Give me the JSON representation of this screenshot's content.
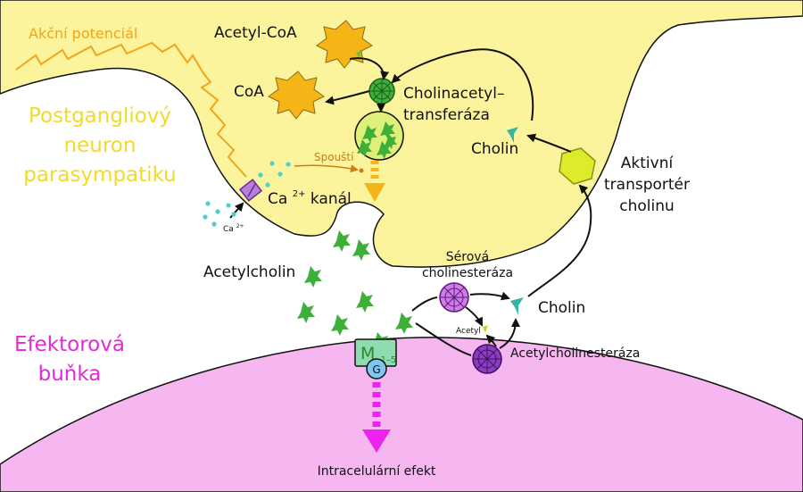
{
  "labels": {
    "action_potential": "Akční potenciál",
    "acetyl_coa": "Acetyl-CoA",
    "coa": "CoA",
    "neuron_line1": "Postgangliový",
    "neuron_line2": "neuron",
    "neuron_line3": "parasympatiku",
    "enzyme_line1": "Cholinacetyl–",
    "enzyme_line2": "transferáza",
    "choline_top": "Cholin",
    "trigger": "Spouští",
    "ca_channel_prefix": "Ca",
    "ca_channel_sup": "2+",
    "ca_channel_suffix": "kanál",
    "ca_ion": "Ca",
    "ca_ion_sup": "2+",
    "transporter_line1": "Aktivní",
    "transporter_line2": "transportér",
    "transporter_line3": "cholinu",
    "acetylcholine": "Acetylcholin",
    "serum_line1": "Sérová",
    "serum_line2": "cholinesteráza",
    "choline_bottom": "Cholin",
    "acetyl": "Acetyl",
    "ache": "Acetylcholinesteráza",
    "effector_line1": "Efektorová",
    "effector_line2": "buňka",
    "receptor_m": "M",
    "receptor_sub": "1–5",
    "g_protein": "G",
    "intracellular": "Intracelulární efekt"
  },
  "colors": {
    "neuron_fill": "#fbf49c",
    "effector_fill": "#f6b6ef",
    "acetylcholine": "#3eb03a",
    "coa": "#f5b516",
    "choline": "#35b5a3",
    "calcium": "#4ed0d0",
    "transporter": "#dcec2a",
    "receptor": "#8fdcb0",
    "g_protein": "#7ec8ef",
    "esterase": "#9a3fc0",
    "signal": "#ee22ee",
    "vesicle_arrow": "#f5b516"
  }
}
